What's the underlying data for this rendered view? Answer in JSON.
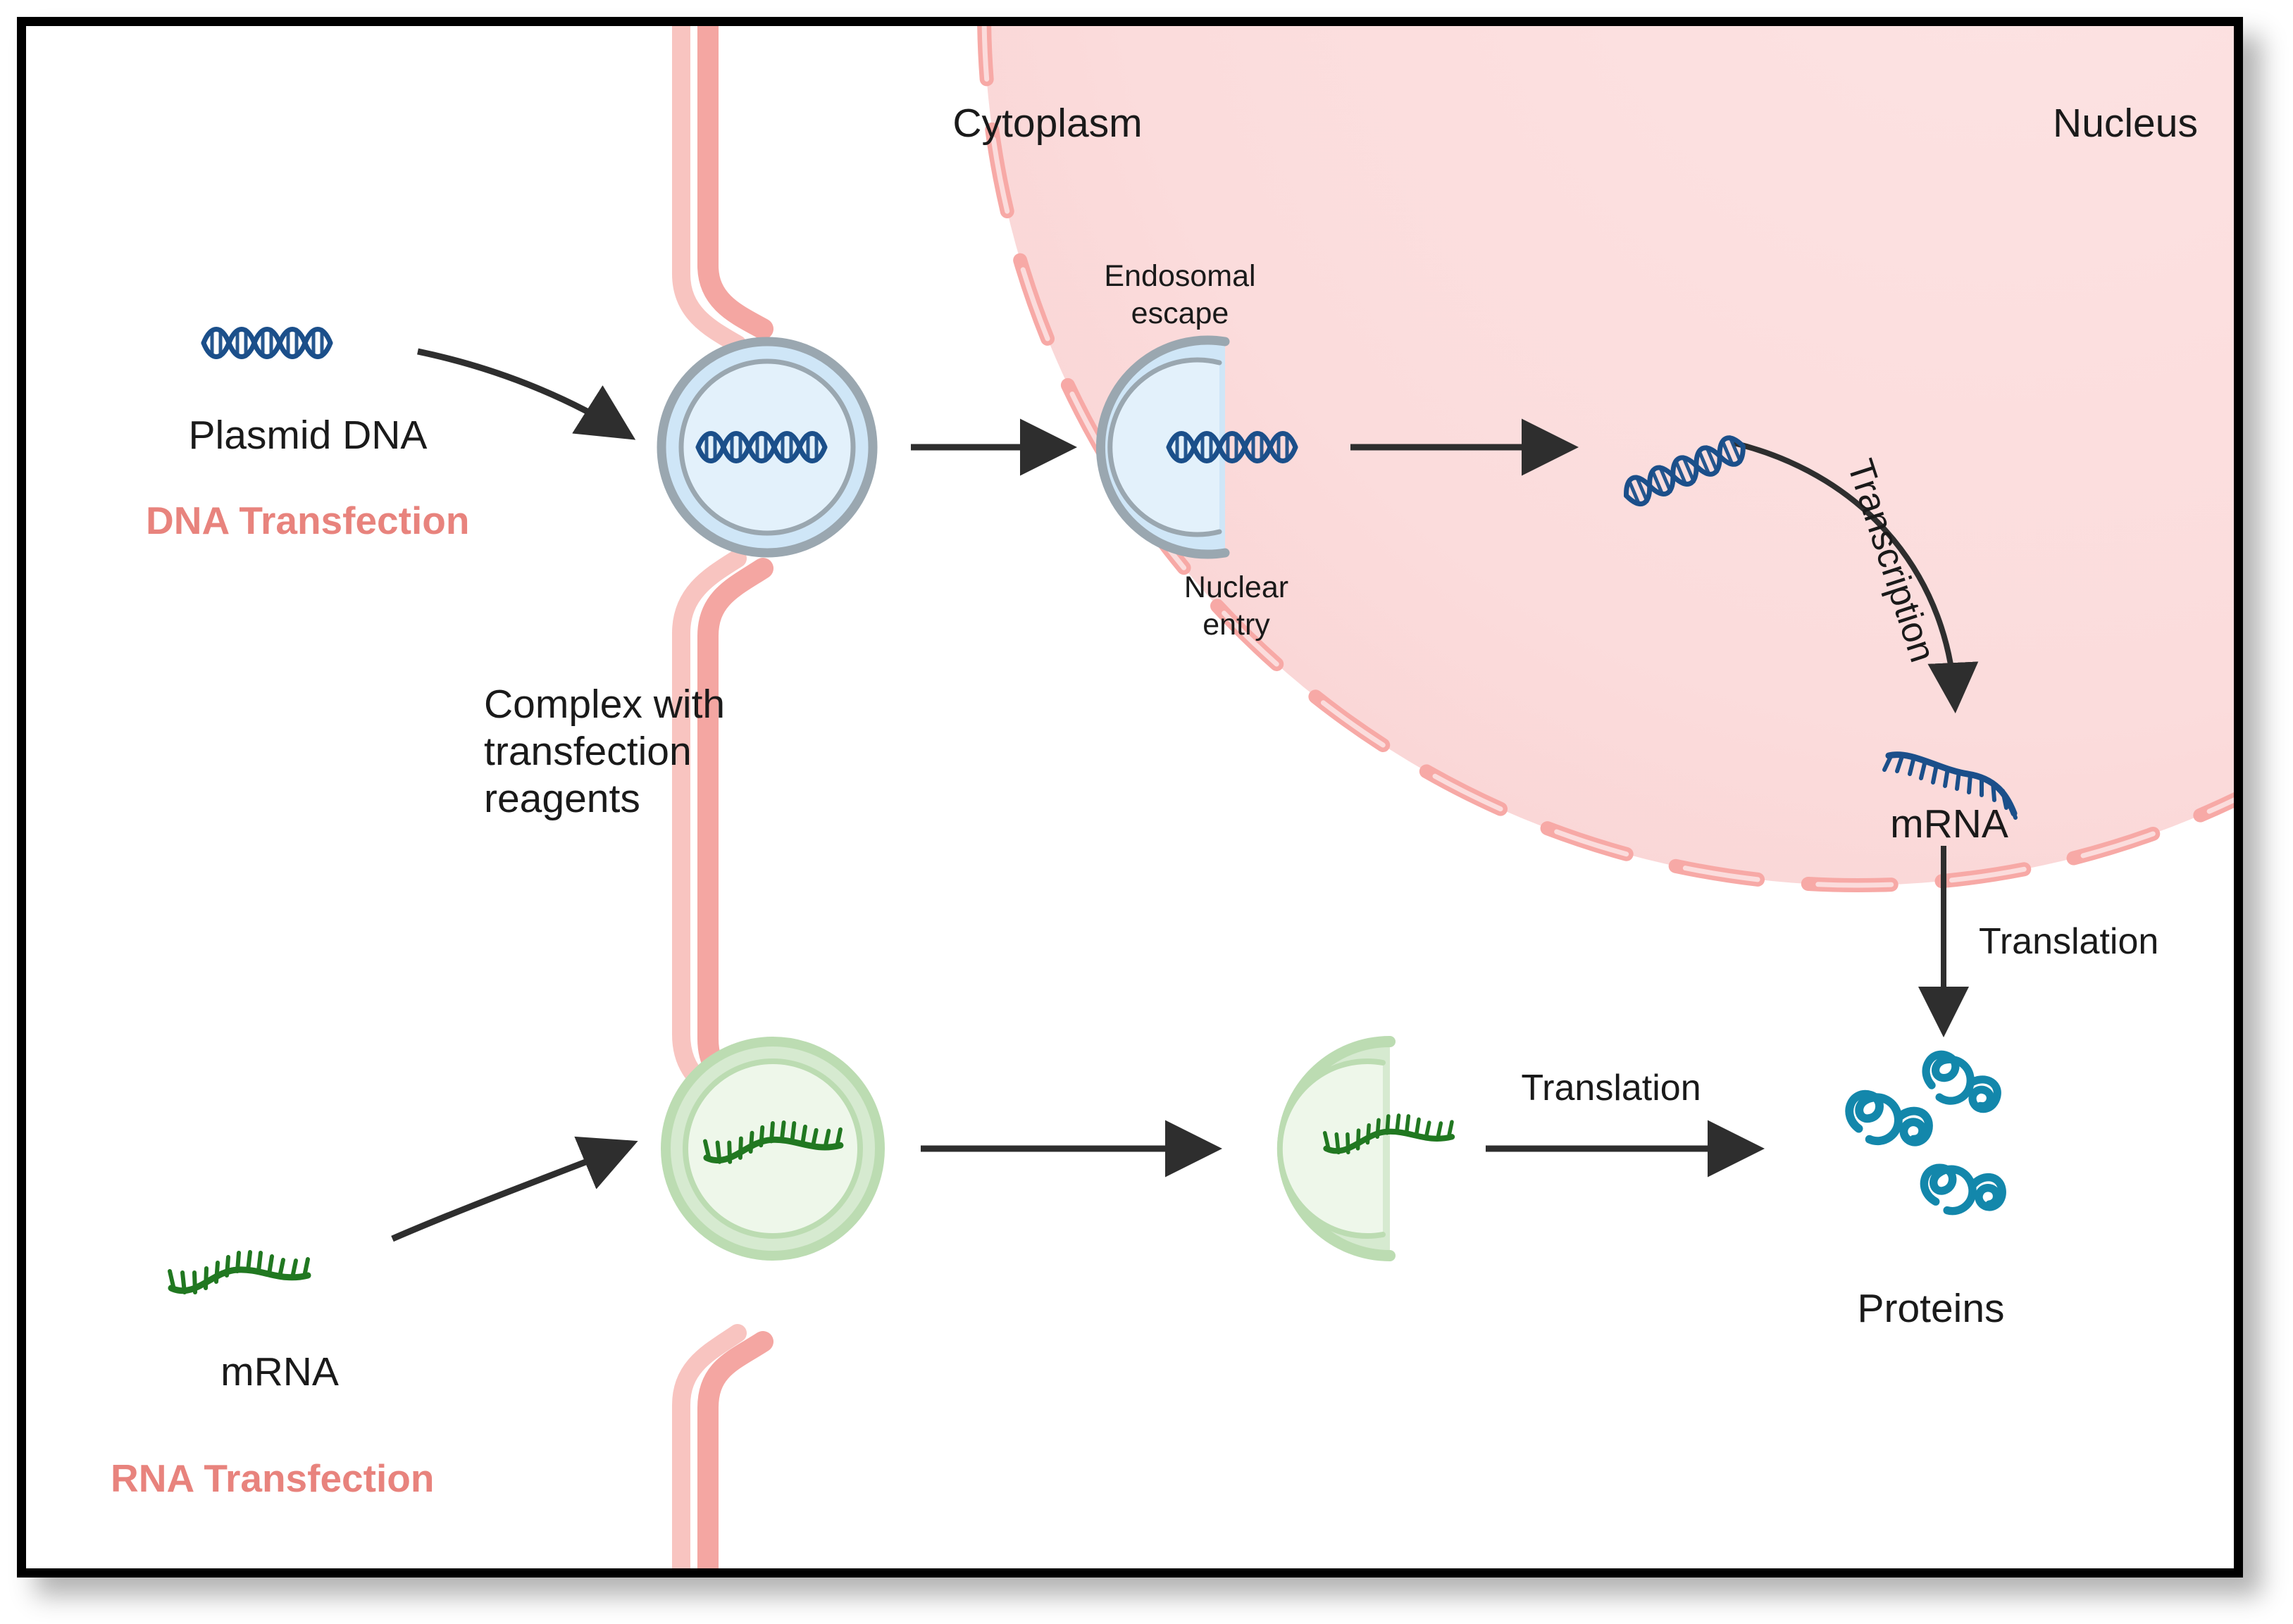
{
  "figure": {
    "type": "biology-pathway-diagram",
    "title": "DNA and RNA transfection pathway in a cell",
    "border_color": "#000000"
  },
  "colors": {
    "nucleus_fill": "#fbdcdc",
    "nuclear_pore": "#f7a9a6",
    "plasma_membrane": "#f4a6a2",
    "endosome_fill": "#cfe6f7",
    "endosome_inner": "#dff0fb",
    "endosome_stroke": "#9aa7b0",
    "rna_vesicle_fill": "#d6ead0",
    "rna_vesicle_inner": "#eaf5e6",
    "dna_blue": "#1b4f8a",
    "rna_green": "#217821",
    "protein_teal": "#1387ab",
    "accent_pink": "#e8837d",
    "arrow_black": "#2e2e2e",
    "text_black": "#1a1a1a"
  },
  "regions": {
    "cytoplasm_label": "Cytoplasm",
    "nucleus_label": "Nucleus"
  },
  "pathways": [
    {
      "id": "dna-transfection",
      "title": "DNA Transfection",
      "steps": [
        "Plasmid DNA",
        "Complex with transfection reagents",
        "Endosomal escape",
        "Nuclear entry",
        "Transcription",
        "mRNA",
        "Translation",
        "Proteins"
      ]
    },
    {
      "id": "rna-transfection",
      "title": "RNA Transfection",
      "steps": [
        "mRNA",
        "Complex with transfection reagents",
        "Translation",
        "Proteins"
      ]
    }
  ],
  "labels": {
    "plasmid_dna": "Plasmid DNA",
    "dna_transfection": "DNA Transfection",
    "complex_reagents_line1": "Complex with",
    "complex_reagents_line2": "transfection",
    "complex_reagents_line3": "reagents",
    "endosomal_escape_line1": "Endosomal",
    "endosomal_escape_line2": "escape",
    "nuclear_entry_line1": "Nuclear",
    "nuclear_entry_line2": "entry",
    "transcription": "Transcription",
    "mrna_nucleus": "mRNA",
    "translation_vertical": "Translation",
    "proteins": "Proteins",
    "translation_horizontal": "Translation",
    "mrna_cytoplasm": "mRNA",
    "rna_transfection": "RNA Transfection"
  },
  "icons": {
    "dna_helix_free": "dna-double-helix-icon",
    "dna_helix_endosome": "dna-double-helix-icon",
    "dna_helix_escaping": "dna-double-helix-icon",
    "dna_helix_nucleus": "dna-double-helix-icon",
    "mrna_nucleus": "mrna-strand-icon",
    "mrna_free": "mrna-strand-icon",
    "mrna_vesicle": "mrna-strand-icon",
    "mrna_escaping": "mrna-strand-icon",
    "proteins": "folded-protein-icon"
  }
}
